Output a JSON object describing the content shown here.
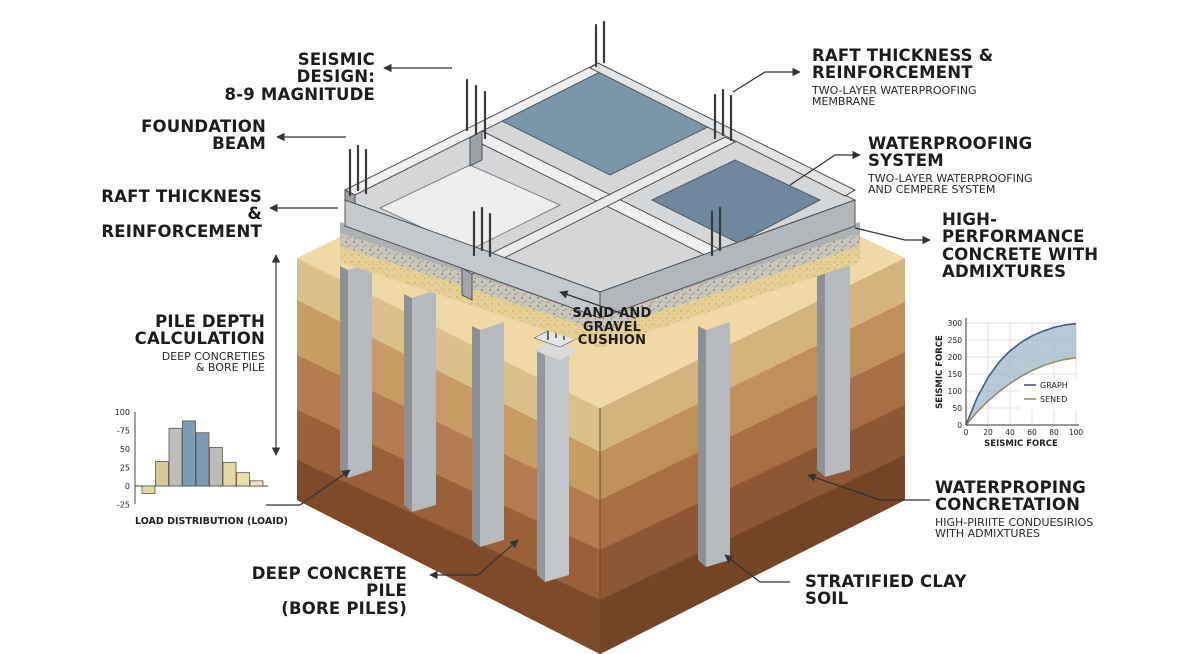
{
  "labels": {
    "seismic_design": {
      "title": "SEISMIC DESIGN:\n8-9 MAGNITUDE"
    },
    "foundation_beam": {
      "title": "FOUNDATION\nBEAM"
    },
    "raft_left": {
      "title": "RAFT THICKNESS\n& REINFORCEMENT"
    },
    "pile_depth": {
      "title": "PILE DEPTH\nCALCULATION",
      "sub": "DEEP CONCRETIES\n& BORE PILE"
    },
    "raft_right": {
      "title": "RAFT THICKNESS &\nREINFORCEMENT",
      "sub": "TWO-LAYER WATERPROOFING\nMEMBRANE"
    },
    "waterproofing_system": {
      "title": "WATERPROOFING SYSTEM",
      "sub": "TWO-LAYER WATERPROOFING\nAND CEMPERE SYSTEM"
    },
    "high_performance": {
      "title": "HIGH-PERFORMANCE\nCONCRETE WITH\nADMIXTURES"
    },
    "sand_gravel": {
      "title": "SAND AND\nGRAVEL\nCUSHION"
    },
    "waterproping": {
      "title": "WATERPROPING\nCONCRETATION",
      "sub": "HIGH-PIRIITE CONDUESIRIOS\nWITH ADMIXTURES"
    },
    "deep_pile": {
      "title": "DEEP CONCRETE PILE\n(BORE PILES)"
    },
    "clay_soil": {
      "title": "STRATIFIED CLAY SOIL"
    }
  },
  "chart_data": [
    {
      "type": "bar",
      "title": "LOAD DISTRIBUTION (LOAID)",
      "ylim": [
        -25,
        100
      ],
      "yticks": [
        "100",
        "-75",
        "50",
        "25",
        "0",
        "-25"
      ],
      "tick_values": [
        100,
        75,
        50,
        25,
        0,
        -25
      ],
      "values": [
        -10,
        33,
        78,
        88,
        72,
        52,
        32,
        18,
        7
      ],
      "colors": [
        "#e7d9a4",
        "#d9c79a",
        "#bfbdb8",
        "#7e9bb4",
        "#7d9ab2",
        "#bfbcb8",
        "#e6d8a2",
        "#eadcab",
        "#efe2b5"
      ]
    },
    {
      "type": "area",
      "ylabel": "SEISMIC FORCE",
      "xlabel": "SEISMIC FORCE",
      "xlim": [
        0,
        100
      ],
      "ylim": [
        0,
        300
      ],
      "xticks": [
        "0",
        "20",
        "40",
        "60",
        "80",
        "100"
      ],
      "yticks": [
        "300",
        "250",
        "200",
        "150",
        "100",
        "50",
        "0"
      ],
      "x": [
        0,
        10,
        20,
        30,
        40,
        50,
        60,
        70,
        80,
        90,
        100
      ],
      "series": [
        {
          "name": "GRAPH",
          "color": "#3f5f86",
          "values": [
            0,
            80,
            140,
            185,
            218,
            243,
            262,
            276,
            287,
            294,
            298
          ]
        },
        {
          "name": "SENED",
          "color": "#9b8a6a",
          "values": [
            0,
            38,
            70,
            98,
            122,
            143,
            160,
            174,
            185,
            193,
            198
          ]
        }
      ],
      "band_color": "#9fb6c8"
    }
  ]
}
